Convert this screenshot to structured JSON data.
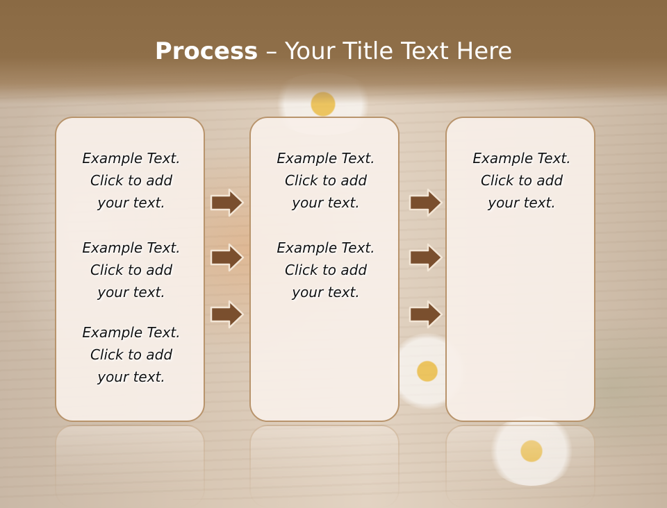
{
  "title": {
    "bold": "Process",
    "rest": " – Your Title Text Here"
  },
  "columns": [
    {
      "items": [
        {
          "line1": "Example Text.",
          "line2": "Click  to add",
          "line3": "your text."
        },
        {
          "line1": "Example Text.",
          "line2": "Click  to add",
          "line3": "your text."
        },
        {
          "line1": "Example Text.",
          "line2": "Click  to add",
          "line3": "your text."
        }
      ]
    },
    {
      "items": [
        {
          "line1": "Example Text.",
          "line2": "Click  to add",
          "line3": "your text."
        },
        {
          "line1": "Example Text.",
          "line2": "Click  to add",
          "line3": "your text."
        }
      ]
    },
    {
      "items": [
        {
          "line1": "Example Text.",
          "line2": "Click  to add",
          "line3": "your text."
        }
      ]
    }
  ],
  "colors": {
    "header": "#8a6a44",
    "arrow_fill": "#7a4f2e",
    "arrow_stroke": "#f3e6d6",
    "box_border": "#b8946c"
  },
  "icons": [
    "right-arrow-icon"
  ]
}
